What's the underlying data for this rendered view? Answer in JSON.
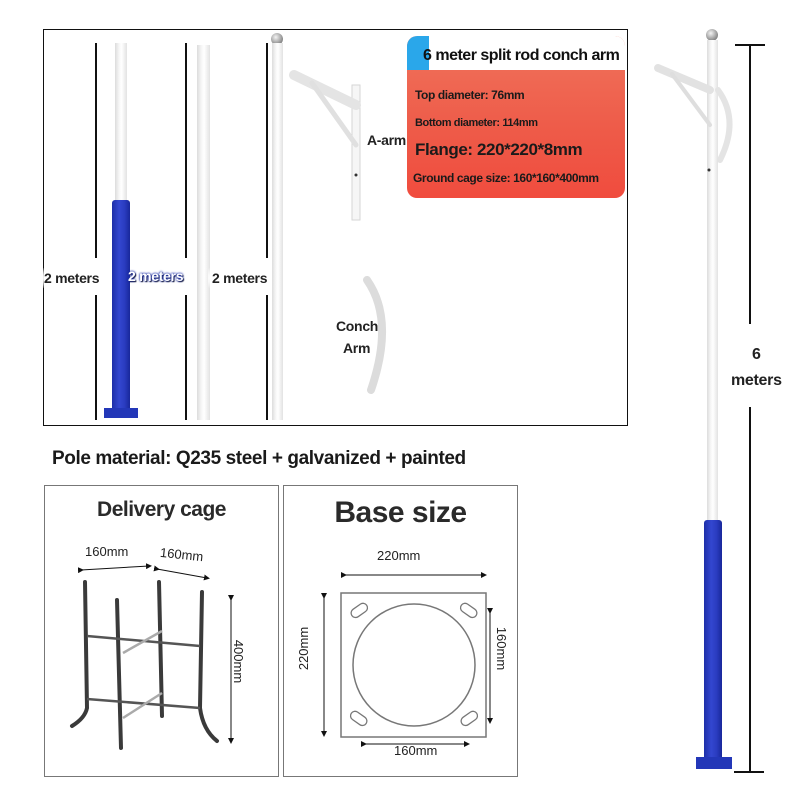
{
  "product": {
    "info_card": {
      "title": "6 meter split rod conch arm",
      "top_diameter": "Top diameter: 76mm",
      "bottom_diameter": "Bottom diameter: 114mm",
      "flange": "Flange: 220*220*8mm",
      "ground_cage": "Ground cage size: 160*160*400mm",
      "colors": {
        "card_red": "#ee5a48",
        "corner_blue": "#2aa7ea"
      }
    },
    "segments": [
      {
        "label": "2 meters",
        "part": "bottom section (blue)"
      },
      {
        "label": "2 meters",
        "part": "middle section"
      },
      {
        "label": "2 meters",
        "part": "top section"
      }
    ],
    "arm_labels": {
      "a_arm": "A-arm",
      "conch_arm_line1": "Conch",
      "conch_arm_line2": "Arm"
    },
    "total_height": {
      "line1": "6",
      "line2": "meters"
    },
    "material": "Pole material: Q235 steel + galvanized + painted",
    "colors": {
      "pole_blue": "#2a3cc0",
      "pole_white": "#f4f4f4"
    }
  },
  "delivery_cage": {
    "title": "Delivery cage",
    "width_1": "160mm",
    "width_2": "160mm",
    "height": "400mm"
  },
  "base_size": {
    "title": "Base size",
    "top_width": "220mm",
    "left_height": "220mm",
    "right_hole_spacing": "160mm",
    "bottom_hole_spacing": "160mm"
  }
}
